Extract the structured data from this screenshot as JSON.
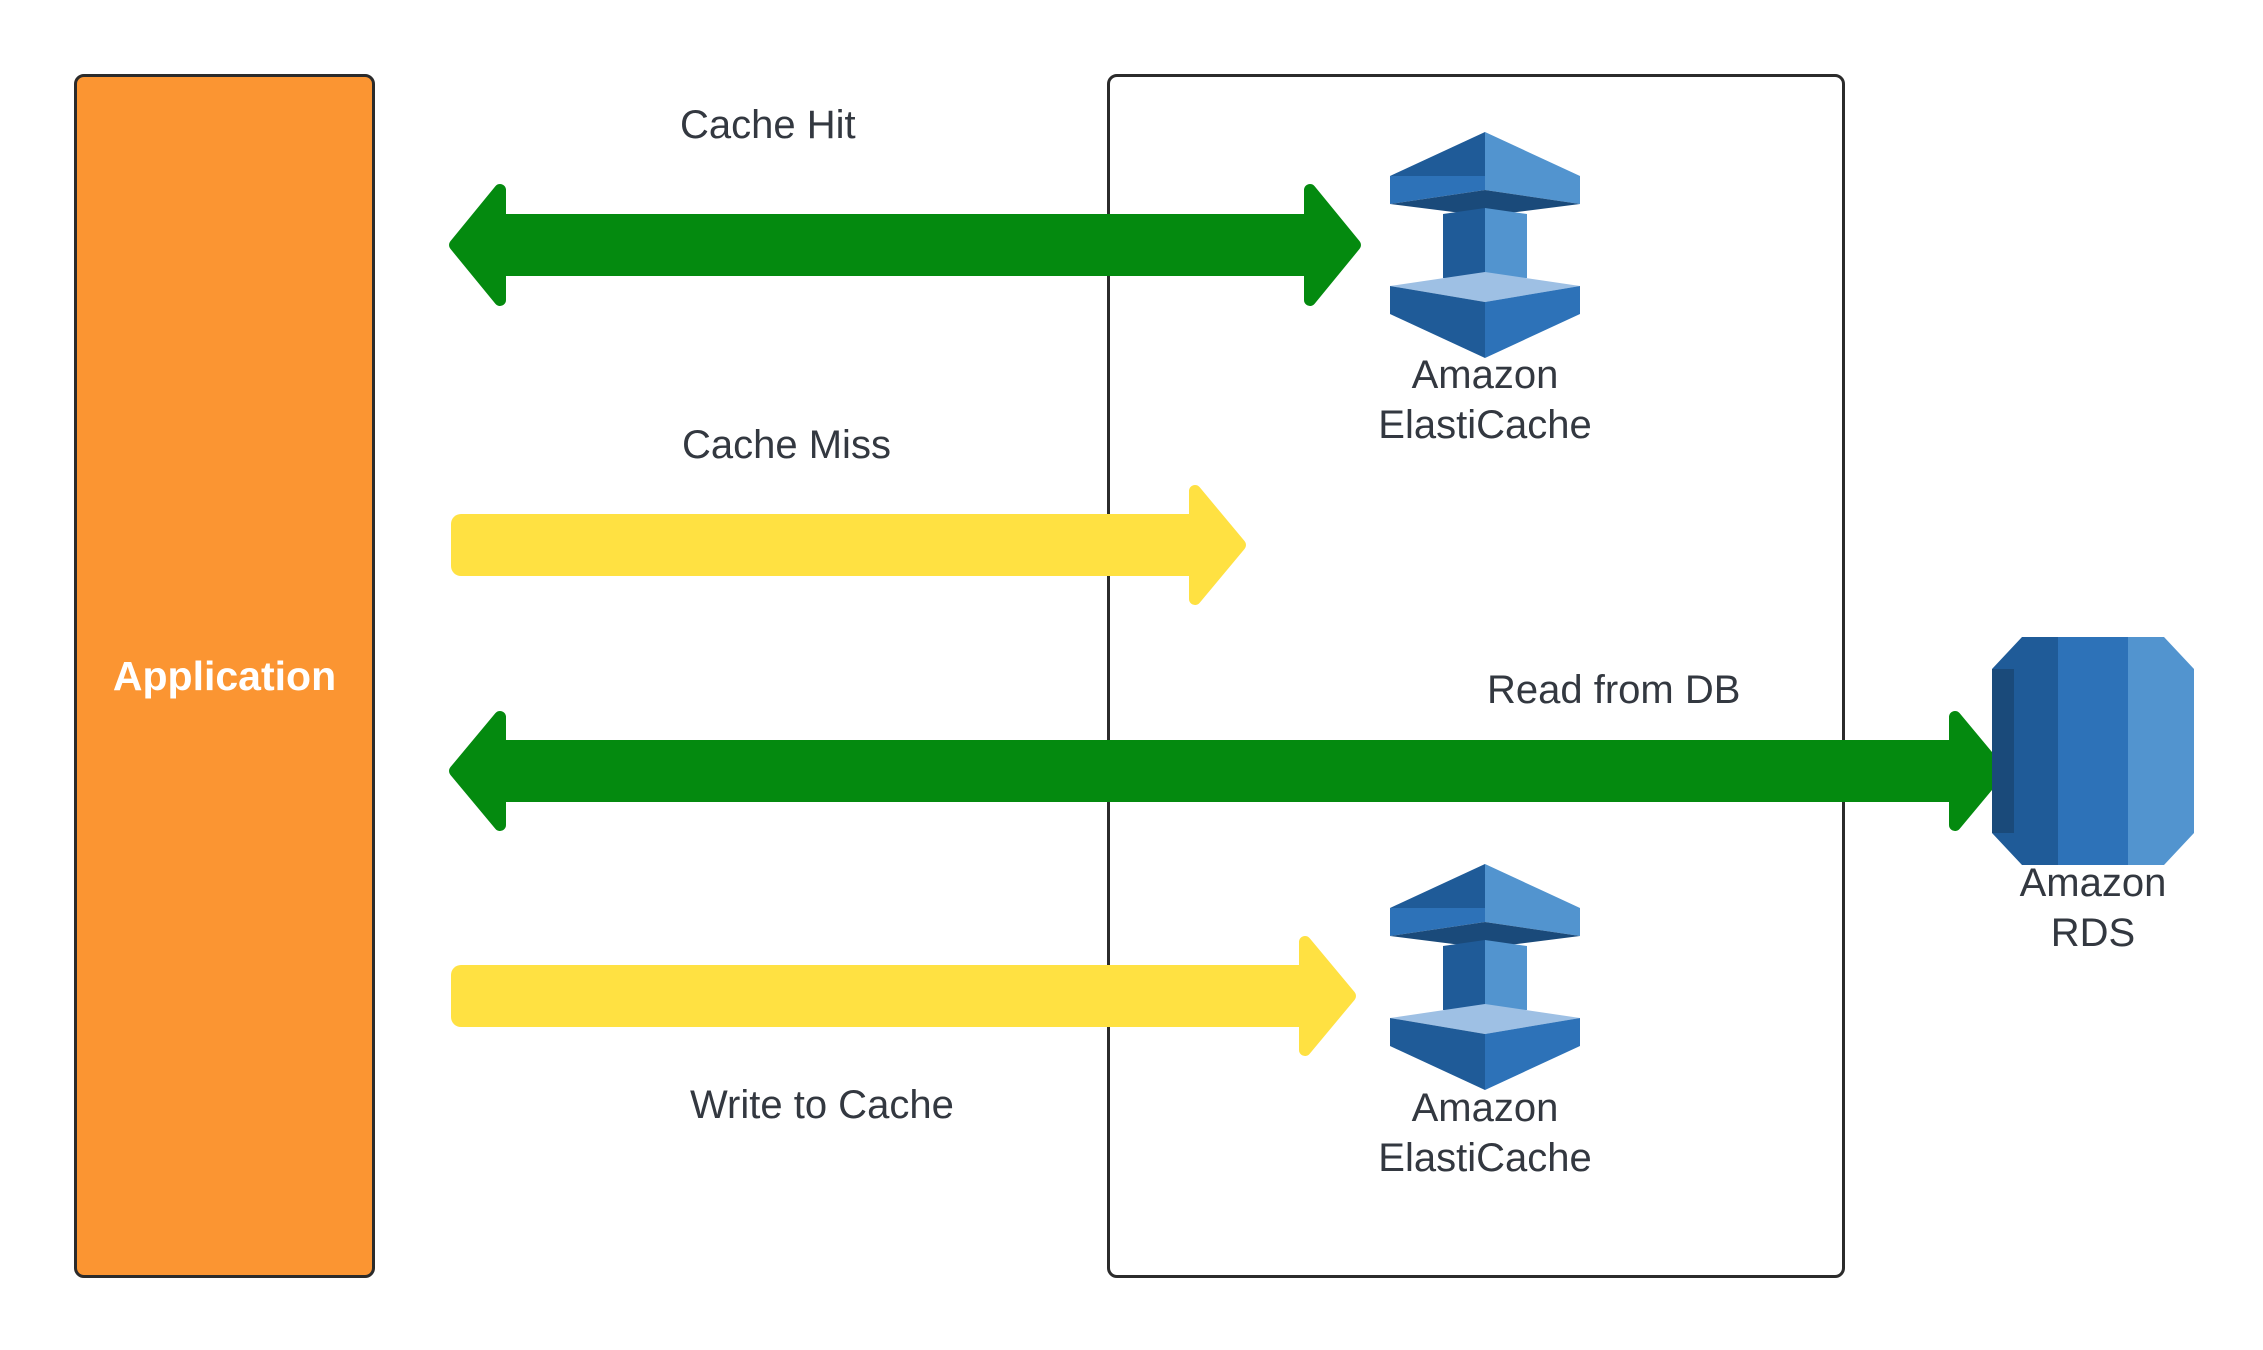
{
  "application": {
    "label": "Application"
  },
  "edges": {
    "cache_hit": "Cache Hit",
    "cache_miss": "Cache Miss",
    "read_from_db": "Read from DB",
    "write_to_cache": "Write to Cache"
  },
  "nodes": {
    "elasticache_top": {
      "line1": "Amazon",
      "line2": "ElastiCache"
    },
    "elasticache_bottom": {
      "line1": "Amazon",
      "line2": "ElastiCache"
    },
    "rds": {
      "line1": "Amazon",
      "line2": "RDS"
    }
  },
  "colors": {
    "application_fill": "#FB9532",
    "green_arrow": "#048A0F",
    "yellow_arrow": "#FFE142",
    "aws_blue_dark": "#1F5B98",
    "aws_blue_mid": "#2D72B8",
    "aws_blue_light": "#5294CF"
  }
}
